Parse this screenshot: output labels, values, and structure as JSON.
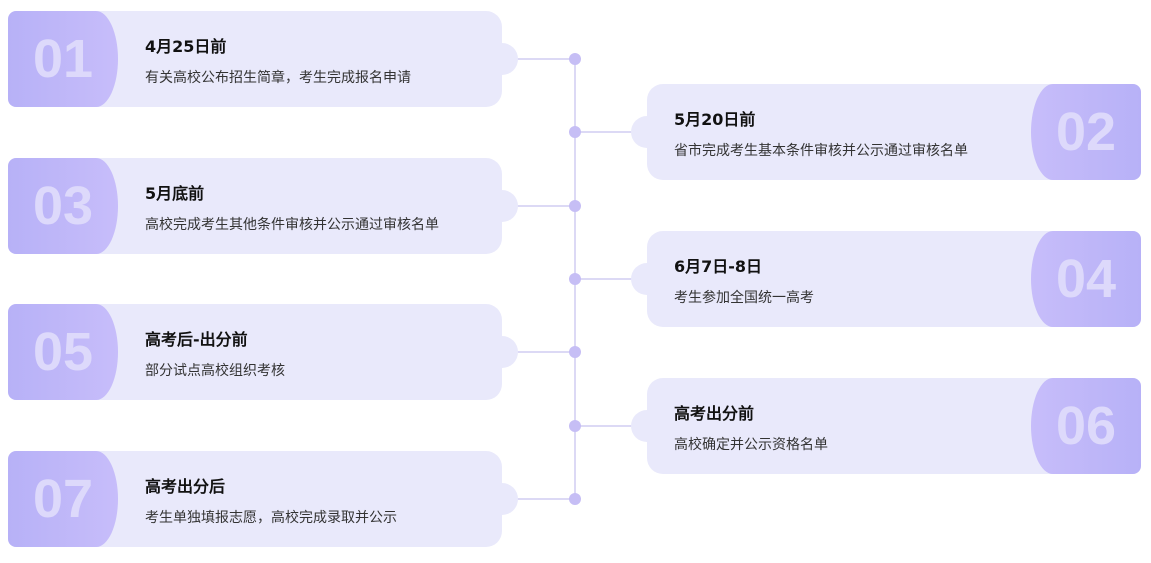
{
  "steps": [
    {
      "num": "01",
      "title": "4月25日前",
      "desc": "有关高校公布招生简章，考生完成报名申请"
    },
    {
      "num": "02",
      "title": "5月20日前",
      "desc": "省市完成考生基本条件审核并公示通过审核名单"
    },
    {
      "num": "03",
      "title": "5月底前",
      "desc": "高校完成考生其他条件审核并公示通过审核名单"
    },
    {
      "num": "04",
      "title": "6月7日-8日",
      "desc": "考生参加全国统一高考"
    },
    {
      "num": "05",
      "title": "高考后-出分前",
      "desc": "部分试点高校组织考核"
    },
    {
      "num": "06",
      "title": "高考出分前",
      "desc": "高校确定并公示资格名单"
    },
    {
      "num": "07",
      "title": "高考出分后",
      "desc": "考生单独填报志愿，高校完成录取并公示"
    }
  ]
}
